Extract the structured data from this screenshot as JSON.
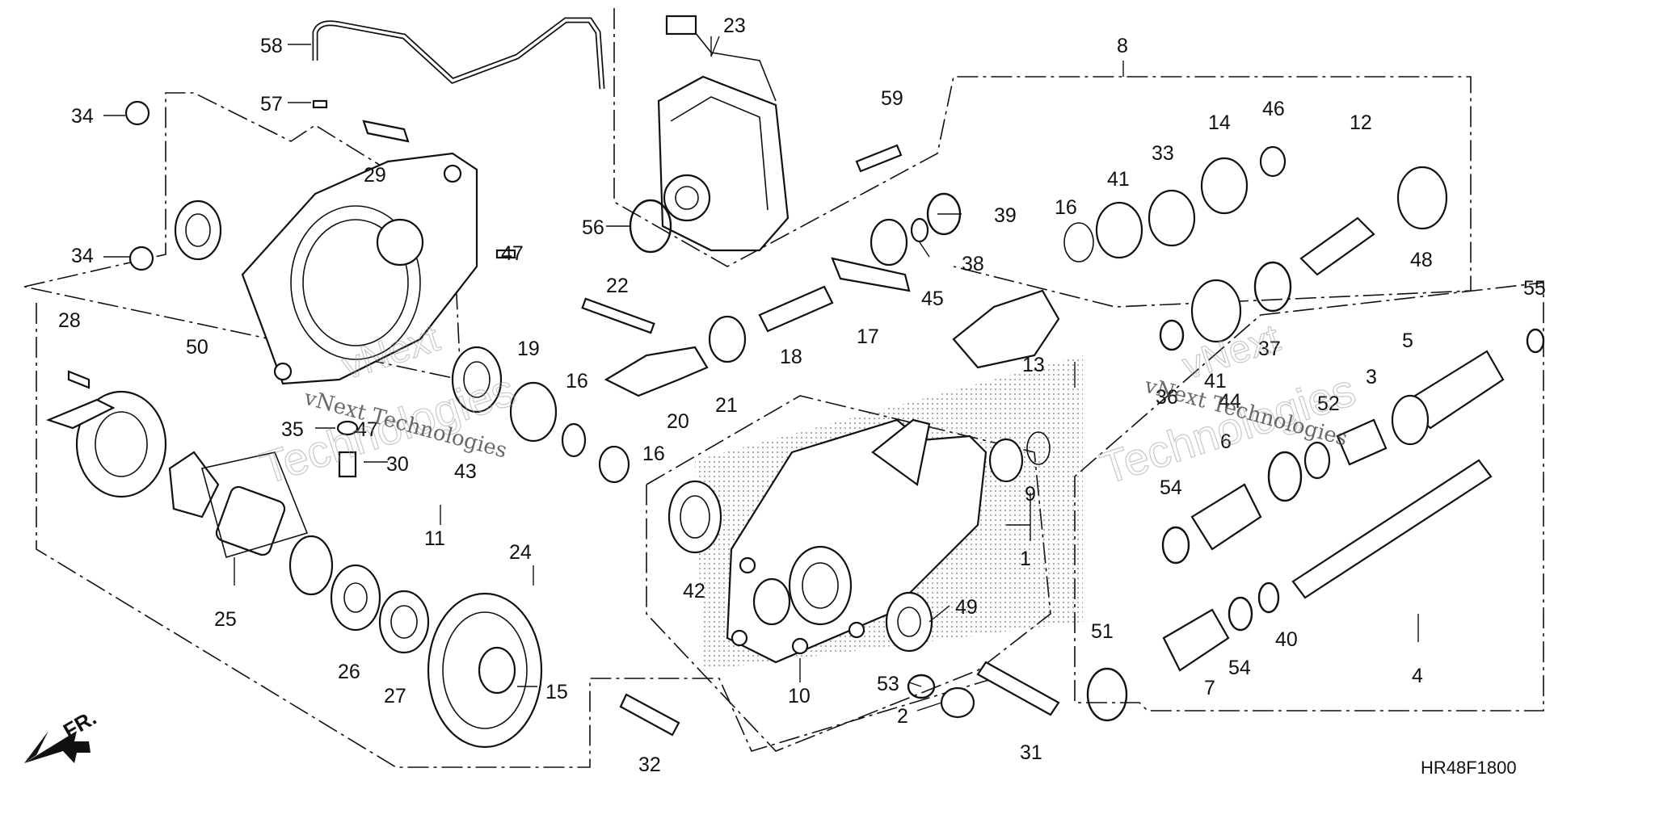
{
  "diagram_code": "HR48F1800",
  "front_marker": "FR.",
  "watermark": {
    "brand": "vNext",
    "text": "vNext Technologies",
    "word": "Technologies"
  },
  "callouts": [
    "1",
    "2",
    "3",
    "4",
    "5",
    "6",
    "7",
    "8",
    "9",
    "10",
    "11",
    "12",
    "13",
    "14",
    "15",
    "16",
    "17",
    "18",
    "19",
    "20",
    "21",
    "22",
    "23",
    "24",
    "25",
    "26",
    "27",
    "28",
    "29",
    "30",
    "31",
    "32",
    "33",
    "34",
    "35",
    "36",
    "37",
    "38",
    "39",
    "40",
    "41",
    "42",
    "43",
    "44",
    "45",
    "46",
    "47",
    "48",
    "49",
    "50",
    "51",
    "52",
    "53",
    "54",
    "55",
    "56",
    "57",
    "58",
    "59"
  ],
  "repeated_callouts": {
    "16": 3,
    "34": 2,
    "41": 2,
    "47": 2,
    "54": 2
  }
}
